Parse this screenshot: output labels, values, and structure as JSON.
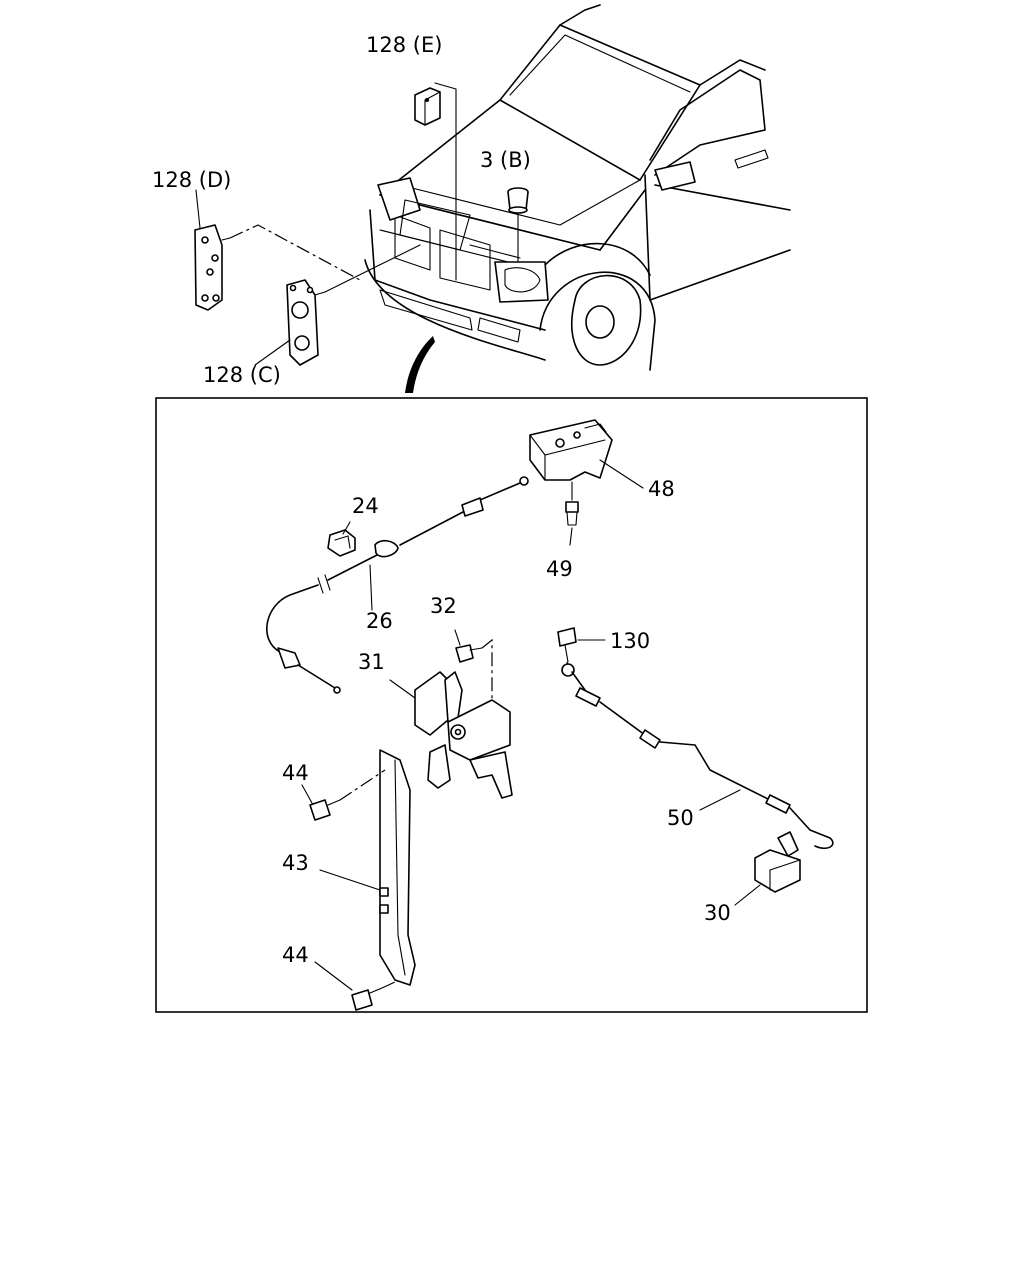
{
  "callouts": {
    "c128e": "128 (E)",
    "c128d": "128 (D)",
    "c3b": "3 (B)",
    "c128c": "128 (C)",
    "c24": "24",
    "c26": "26",
    "c48": "48",
    "c49": "49",
    "c32": "32",
    "c31": "31",
    "c130": "130",
    "c44a": "44",
    "c43": "43",
    "c44b": "44",
    "c50": "50",
    "c30": "30"
  }
}
